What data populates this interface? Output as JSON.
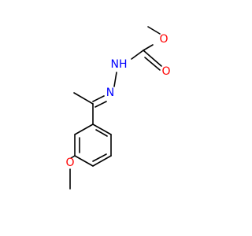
{
  "molecule": {
    "atom_labels": {
      "o_ether_top": "O",
      "o_carbonyl": "O",
      "nh": "NH",
      "n_imine": "N",
      "o_methoxy": "O"
    }
  },
  "colors": {
    "oxygen": "#ff0000",
    "nitrogen": "#0000ff",
    "bond": "#000000",
    "background": "#ffffff"
  }
}
